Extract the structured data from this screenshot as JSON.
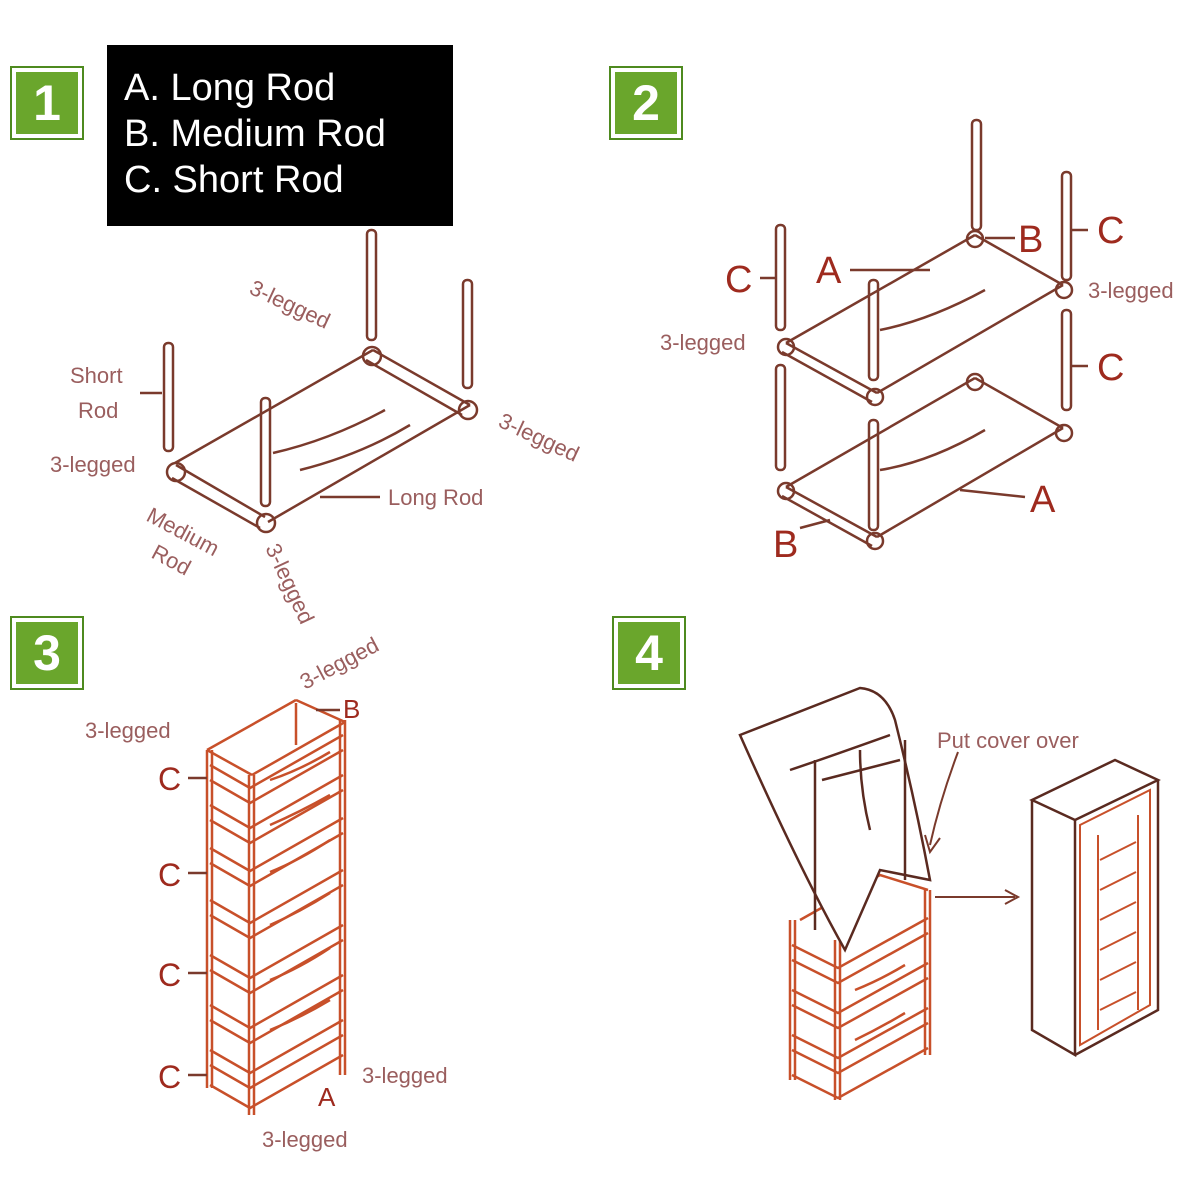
{
  "badges": [
    "1",
    "2",
    "3",
    "4"
  ],
  "legend": {
    "items": [
      "A. Long Rod",
      "B. Medium Rod",
      "C. Short Rod"
    ]
  },
  "step1": {
    "three_legged": "3-legged",
    "short_rod_line1": "Short",
    "short_rod_line2": "Rod",
    "medium_rod_line1": "Medium",
    "medium_rod_line2": "Rod",
    "long_rod": "Long Rod"
  },
  "step2": {
    "three_legged": "3-legged",
    "A": "A",
    "B": "B",
    "C": "C"
  },
  "step3": {
    "three_legged": "3-legged",
    "A": "A",
    "B": "B",
    "C": "C"
  },
  "step4": {
    "put_cover_over": "Put cover over"
  },
  "colors": {
    "badge_green": "#6aa62c",
    "frame_orange": "#c8502a",
    "line_brown": "#7a3a2c",
    "label_pink": "#9a5e5e",
    "label_red": "#9e2a1e"
  }
}
